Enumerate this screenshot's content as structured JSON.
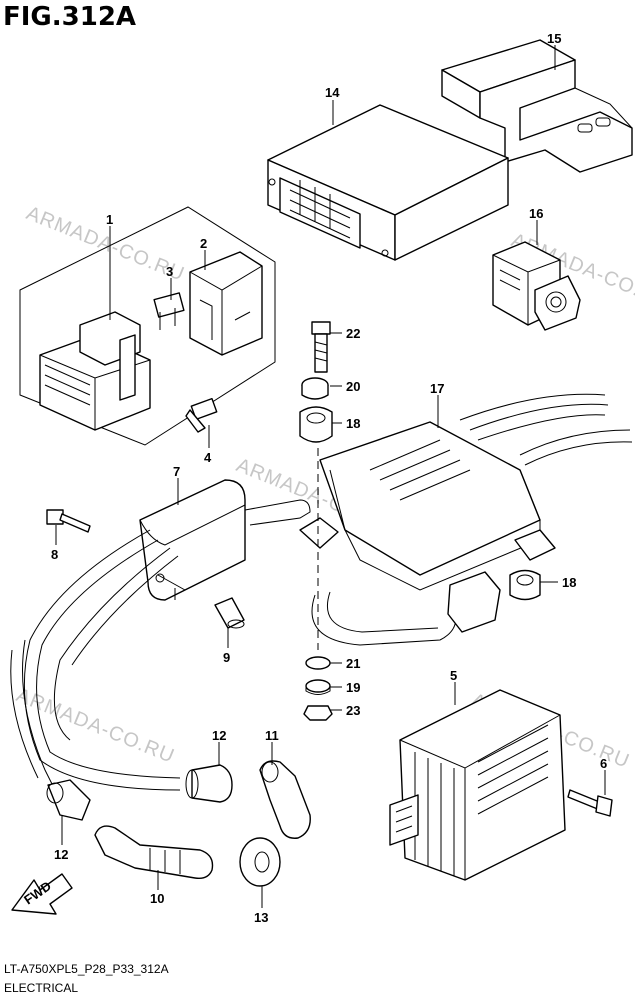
{
  "figure": {
    "title": "FIG.312A"
  },
  "watermarks": [
    "ARMADA-CO.RU",
    "ARMADA-CO.RU",
    "ARMADA-CO.RU",
    "ARMADA-CO.RU",
    "ARMADA-CO.RU"
  ],
  "callouts": {
    "p1": "1",
    "p2": "2",
    "p3": "3",
    "p4": "4",
    "p5": "5",
    "p6": "6",
    "p7": "7",
    "p8": "8",
    "p9": "9",
    "p10": "10",
    "p11": "11",
    "p12a": "12",
    "p12b": "12",
    "p13": "13",
    "p14": "14",
    "p15": "15",
    "p16": "16",
    "p17": "17",
    "p18a": "18",
    "p18b": "18",
    "p19": "19",
    "p20": "20",
    "p21": "21",
    "p22": "22",
    "p23": "23"
  },
  "fwd_label": "FWD",
  "footer": {
    "code": "LT-A750XPL5_P28_P33_312A",
    "name": "ELECTRICAL"
  },
  "colors": {
    "line": "#000000",
    "watermark": "#b9b9b9",
    "background": "#ffffff"
  }
}
